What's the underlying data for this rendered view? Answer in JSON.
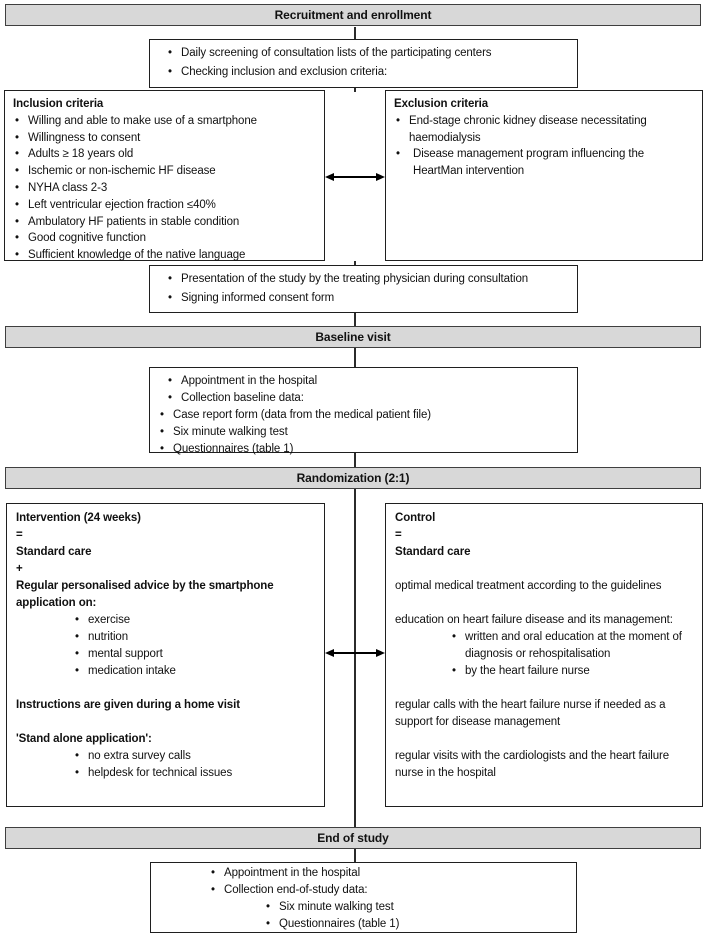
{
  "colors": {
    "banner_bg": "#d8d8d8",
    "banner_border": "#3f3f3f",
    "box_border": "#1f1f1f",
    "line": "#2b2b2b",
    "text": "#111111"
  },
  "banners": {
    "recruitment": "Recruitment and enrollment",
    "baseline": "Baseline visit",
    "randomization": "Randomization (2:1)",
    "end_of_study": "End of study"
  },
  "screening_box": {
    "bullets": [
      "Daily screening of consultation lists of the participating centers",
      "Checking inclusion and exclusion criteria:"
    ]
  },
  "inclusion_box": {
    "title": "Inclusion criteria",
    "bullets": [
      "Willing and able to make use of a smartphone",
      "Willingness to consent",
      "Adults ≥ 18 years old",
      "Ischemic or non-ischemic HF disease",
      "NYHA class 2-3",
      "Left ventricular ejection fraction ≤40%",
      "Ambulatory HF patients in stable condition",
      "Good cognitive function",
      "Sufficient knowledge of the native language"
    ]
  },
  "exclusion_box": {
    "title": "Exclusion criteria",
    "bullets": [
      "End-stage chronic kidney disease necessitating haemodialysis",
      "Disease management program influencing the HeartMan intervention"
    ]
  },
  "consent_box": {
    "bullets": [
      "Presentation of the study by the treating physician during consultation",
      "Signing informed consent form"
    ]
  },
  "baseline_box": {
    "bullets": [
      "Appointment in the hospital",
      "Collection baseline data:"
    ],
    "sub_bullets": [
      "Case report form (data from the medical patient file)",
      "Six minute walking test",
      "Questionnaires (table 1)"
    ]
  },
  "intervention_box": {
    "heading": "Intervention (24 weeks)",
    "equals": "=",
    "standard_care": "Standard care",
    "plus": "+",
    "advice_heading": "Regular personalised advice by the smartphone application on:",
    "advice_bullets": [
      "exercise",
      "nutrition",
      "mental support",
      "medication intake"
    ],
    "instructions": "Instructions are given during a home visit",
    "standalone_heading": "'Stand alone application':",
    "standalone_bullets": [
      "no extra survey calls",
      "helpdesk for technical issues"
    ]
  },
  "control_box": {
    "heading": "Control",
    "equals": "=",
    "standard_care": "Standard care",
    "p1": "optimal medical treatment according to the guidelines",
    "p2": "education on heart failure disease and its management:",
    "p2_bullets": [
      "written and oral education at the moment of diagnosis or rehospitalisation",
      "by the heart failure nurse"
    ],
    "p3": "regular calls with the heart failure nurse if needed as a support for disease management",
    "p4": "regular visits with the cardiologists and the heart failure nurse in the hospital"
  },
  "end_box": {
    "bullets": [
      "Appointment in the hospital",
      "Collection end-of-study data:"
    ],
    "sub_bullets": [
      "Six minute walking test",
      "Questionnaires (table 1)"
    ]
  }
}
